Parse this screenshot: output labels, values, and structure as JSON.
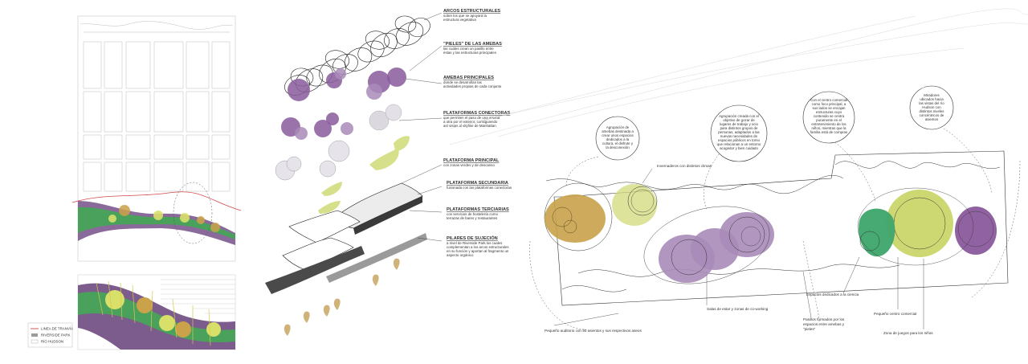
{
  "legend": {
    "items": [
      {
        "label": "LINEA DE TRANVÍA",
        "swatch": "#d24848"
      },
      {
        "label": "RIVERSIDE PARK",
        "swatch": "#9c9c9c"
      },
      {
        "label": "RÍO HUDSON",
        "swatch": "#cfcfcf"
      }
    ]
  },
  "exploded_labels": [
    {
      "id": "arcos",
      "title": "ARCOS ESTRUCTURALES",
      "body": [
        "sobre los que se apoyará la",
        "estructura vegetativa"
      ]
    },
    {
      "id": "pieles",
      "title": "\"PIELES\" DE LAS AMEBAS",
      "body": [
        "las cuales crean un pasillo entre",
        "éstas y las estructuras principales"
      ]
    },
    {
      "id": "amebas",
      "title": "AMEBAS PRINCIPALES",
      "body": [
        "donde se desarrollan las",
        "actividades propias de cada conjunto"
      ]
    },
    {
      "id": "conectoras",
      "title": "PLATAFORMAS CONECTORAS",
      "body": [
        "que permiten el paso de una ameba",
        "a otra por el exterior, consiguiendo",
        "así vistas al skyline de Manhattan"
      ]
    },
    {
      "id": "principal",
      "title": "PLATAFORMA PRINCIPAL",
      "body": [
        "con zonas verdes y de descanso"
      ]
    },
    {
      "id": "secundaria",
      "title": "PLATAFORMA SECUNDARIA",
      "body": [
        "fusionada con las plataformas conectoras"
      ]
    },
    {
      "id": "terciarias",
      "title": "PLATAFORMAS TERCIARIAS",
      "body": [
        "con servicios de hostelería como",
        "terrazas de bares y restaurantes"
      ]
    },
    {
      "id": "pilares",
      "title": "PILARES DE SUJECIÓN",
      "body": [
        "a nivel de Riverside Park los cuales",
        "complementan a los arcos estructurales",
        "en su función y aportan al fragmento un",
        "aspecto orgánico"
      ]
    }
  ],
  "bubbles": [
    {
      "id": "b1",
      "lines": [
        "Agrupación de",
        "amebas destinada a",
        "crear unos espacios",
        "dedicados a la",
        "cultura, el disfrute y",
        "la desconexión"
      ]
    },
    {
      "id": "b2",
      "lines": [
        "Agrupación creada con el",
        "objetivo de gozar de",
        "lugares de trabajo y ocio",
        "para distintos grupos de",
        "personas, adaptados a las",
        "nuevas necesidades de",
        "espacios públicos en torno",
        "que relacionan a un entorno",
        "acogedor y bien cuidado"
      ]
    },
    {
      "id": "b3",
      "lines": [
        "Con el centro comercial",
        "como foco principal, a",
        "sus lados se encajan",
        "estructuras cuyo",
        "contenido se centra",
        "puramente en el",
        "entretenimiento de los",
        "niños, mientras que la",
        "familia está de compras"
      ]
    },
    {
      "id": "b4",
      "lines": [
        "Miradores",
        "ubicados hacia",
        "las vistas del río",
        "Hudson con",
        "distintos niveles",
        "concéntricos de",
        "asientos"
      ]
    }
  ],
  "plan_labels": [
    {
      "id": "invernaderos",
      "text": "Invernaderos con distintos climas"
    },
    {
      "id": "auditorio",
      "text": "Pequeño auditorio con 90 asientos y sus respectivos aseos"
    },
    {
      "id": "salas",
      "text": "Salas de estar y zonas de co-working"
    },
    {
      "id": "pasillos",
      "lines": [
        "Pasillos formados por los",
        "espacios entre amebas y",
        "\"pieles\""
      ]
    },
    {
      "id": "ciencia",
      "text": "Espacios dedicados a la ciencia"
    },
    {
      "id": "centro",
      "text": "Pequeño centro comercial"
    },
    {
      "id": "juegos",
      "text": "Zona de juegos para los niños"
    }
  ],
  "colors": {
    "purple": "#8a5a9c",
    "purple_light": "#a98bb8",
    "yellow_green": "#c6d15a",
    "ochre": "#c9a24a",
    "green": "#3ea56c",
    "park_green": "#4aa15c",
    "river_purple": "#7b5c8c",
    "tram_red": "#d24848",
    "line": "#333333"
  }
}
